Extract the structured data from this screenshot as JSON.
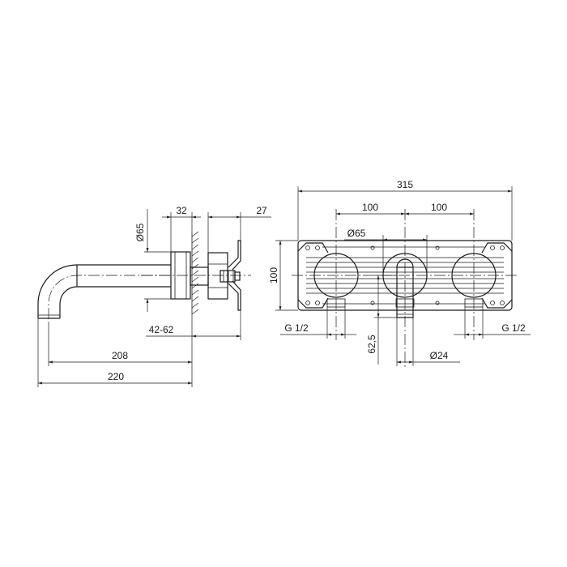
{
  "side_view": {
    "dimensions": {
      "d65": "Ø65",
      "d32": "32",
      "d27": "27",
      "d42_62": "42-62",
      "d208": "208",
      "d220": "220"
    }
  },
  "front_view": {
    "dimensions": {
      "d315": "315",
      "d100_left": "100",
      "d100_right": "100",
      "d65": "Ø65",
      "d100_height": "100",
      "g_left": "G 1/2",
      "g_right": "G 1/2",
      "d62_5": "62,5",
      "d24": "Ø24"
    }
  }
}
